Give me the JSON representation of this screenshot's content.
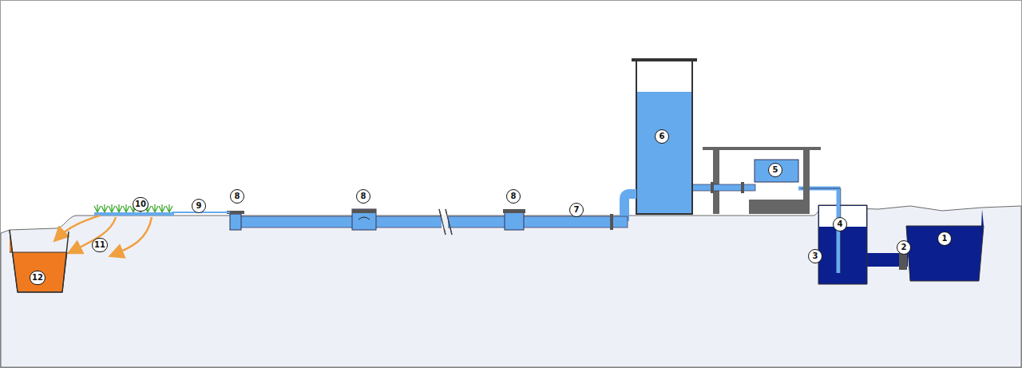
{
  "diagram": {
    "labels": [
      "1",
      "2",
      "3",
      "4",
      "5",
      "6",
      "7",
      "8",
      "8",
      "8",
      "9",
      "10",
      "11",
      "12"
    ]
  }
}
